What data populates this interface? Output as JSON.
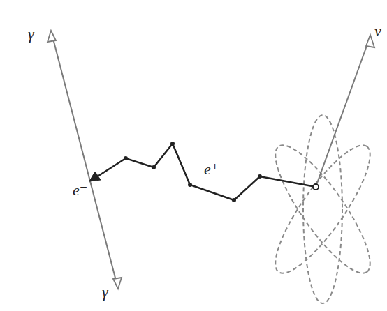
{
  "diagram": {
    "labels": [
      "γ",
      "ν",
      "e⁻",
      "e⁺",
      "γ"
    ]
  }
}
